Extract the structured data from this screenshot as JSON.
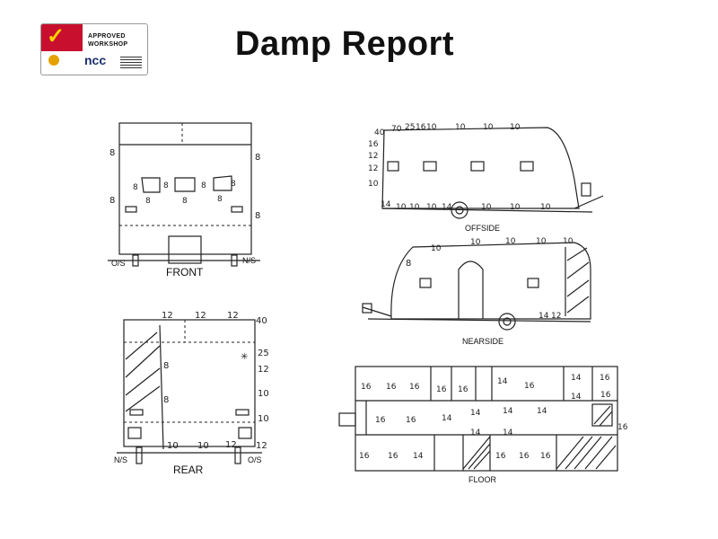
{
  "logo": {
    "line1": "APPROVED",
    "line2": "WORKSHOP",
    "brand": "ncc"
  },
  "title": "Damp Report",
  "front": {
    "caption": "FRONT",
    "left_side": "O/S",
    "right_side": "N/S",
    "readings": {
      "l1": "8",
      "r1": "8",
      "l2": "8",
      "r2": "8",
      "w1a": "8",
      "w1b": "8",
      "w2a": "8",
      "w2b": "8",
      "w3a": "8",
      "w3b": "8",
      "w3c": "8"
    }
  },
  "rear": {
    "caption": "REAR",
    "left_side": "N/S",
    "right_side": "O/S",
    "readings": {
      "t1": "12",
      "t2": "12",
      "t3": "12",
      "r1": "40",
      "r2": "25",
      "r3": "12",
      "r4": "10",
      "r5": "10",
      "r6": "12",
      "b1": "10",
      "b2": "10",
      "b3": "12",
      "m1": "8",
      "m2": "8"
    }
  },
  "offside": {
    "caption": "OFFSIDE",
    "readings": {
      "a": "40",
      "b": "70",
      "c": "25",
      "d": "16",
      "e": "10",
      "f": "10",
      "g": "10",
      "h": "10",
      "l1": "16",
      "l2": "12",
      "l3": "12",
      "l4": "10",
      "bot1": "14",
      "bot2": "10",
      "bot3": "10",
      "bot4": "10",
      "bot5": "14",
      "bot6": "10",
      "bot7": "10",
      "bot8": "10"
    }
  },
  "nearside": {
    "caption": "NEARSIDE",
    "readings": {
      "t1": "10",
      "t2": "10",
      "t3": "10",
      "t4": "10",
      "t5": "10",
      "s": "8",
      "b1": "14",
      "b2": "12"
    }
  },
  "floor": {
    "caption": "FLOOR",
    "top_row": [
      "16",
      "16",
      "16",
      "16",
      "16",
      "14",
      "16",
      "14",
      "16"
    ],
    "mid_row": [
      "16",
      "16",
      "14",
      "14",
      "14",
      "14",
      "14",
      "16"
    ],
    "low_row": [
      "16",
      "16",
      "14",
      "14",
      "14",
      "16",
      "16",
      "16"
    ],
    "side": "16"
  }
}
